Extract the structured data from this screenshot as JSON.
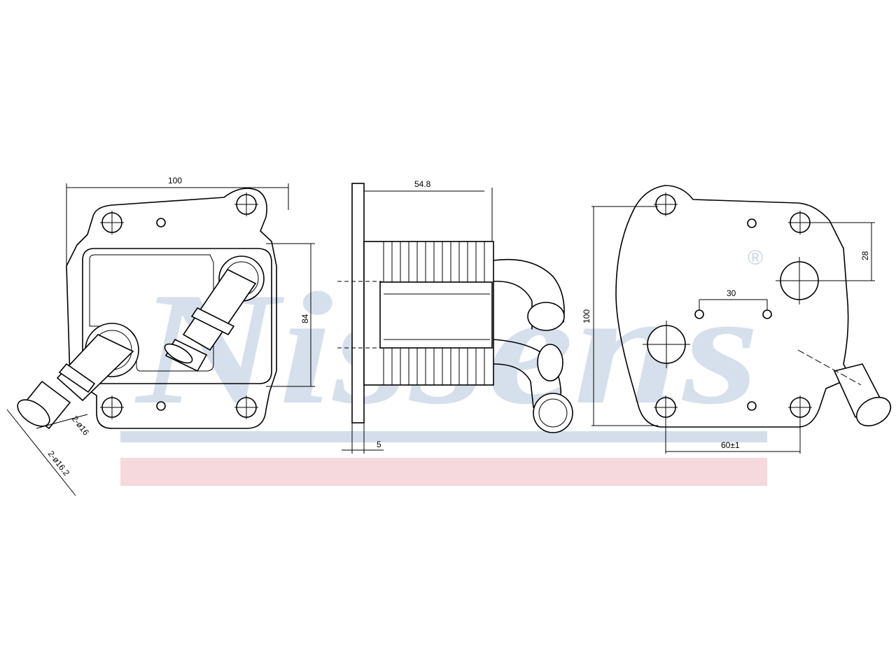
{
  "watermark": {
    "brand": "Nissens",
    "registered": "®",
    "colors": {
      "brand_blue": "#c9d6e6",
      "brand_red": "#f6d9dd"
    }
  },
  "views": {
    "front": {
      "dim_width": "100",
      "dim_height": "84",
      "dim_pipe_inner": "2-ø16",
      "dim_pipe_outer": "2-ø16.2"
    },
    "side": {
      "dim_depth": "54.8",
      "dim_flange": "5"
    },
    "back": {
      "dim_height": "100",
      "dim_port_offset": "28",
      "dim_hole_spacing": "30",
      "dim_bolt_spacing": "60±1"
    }
  }
}
